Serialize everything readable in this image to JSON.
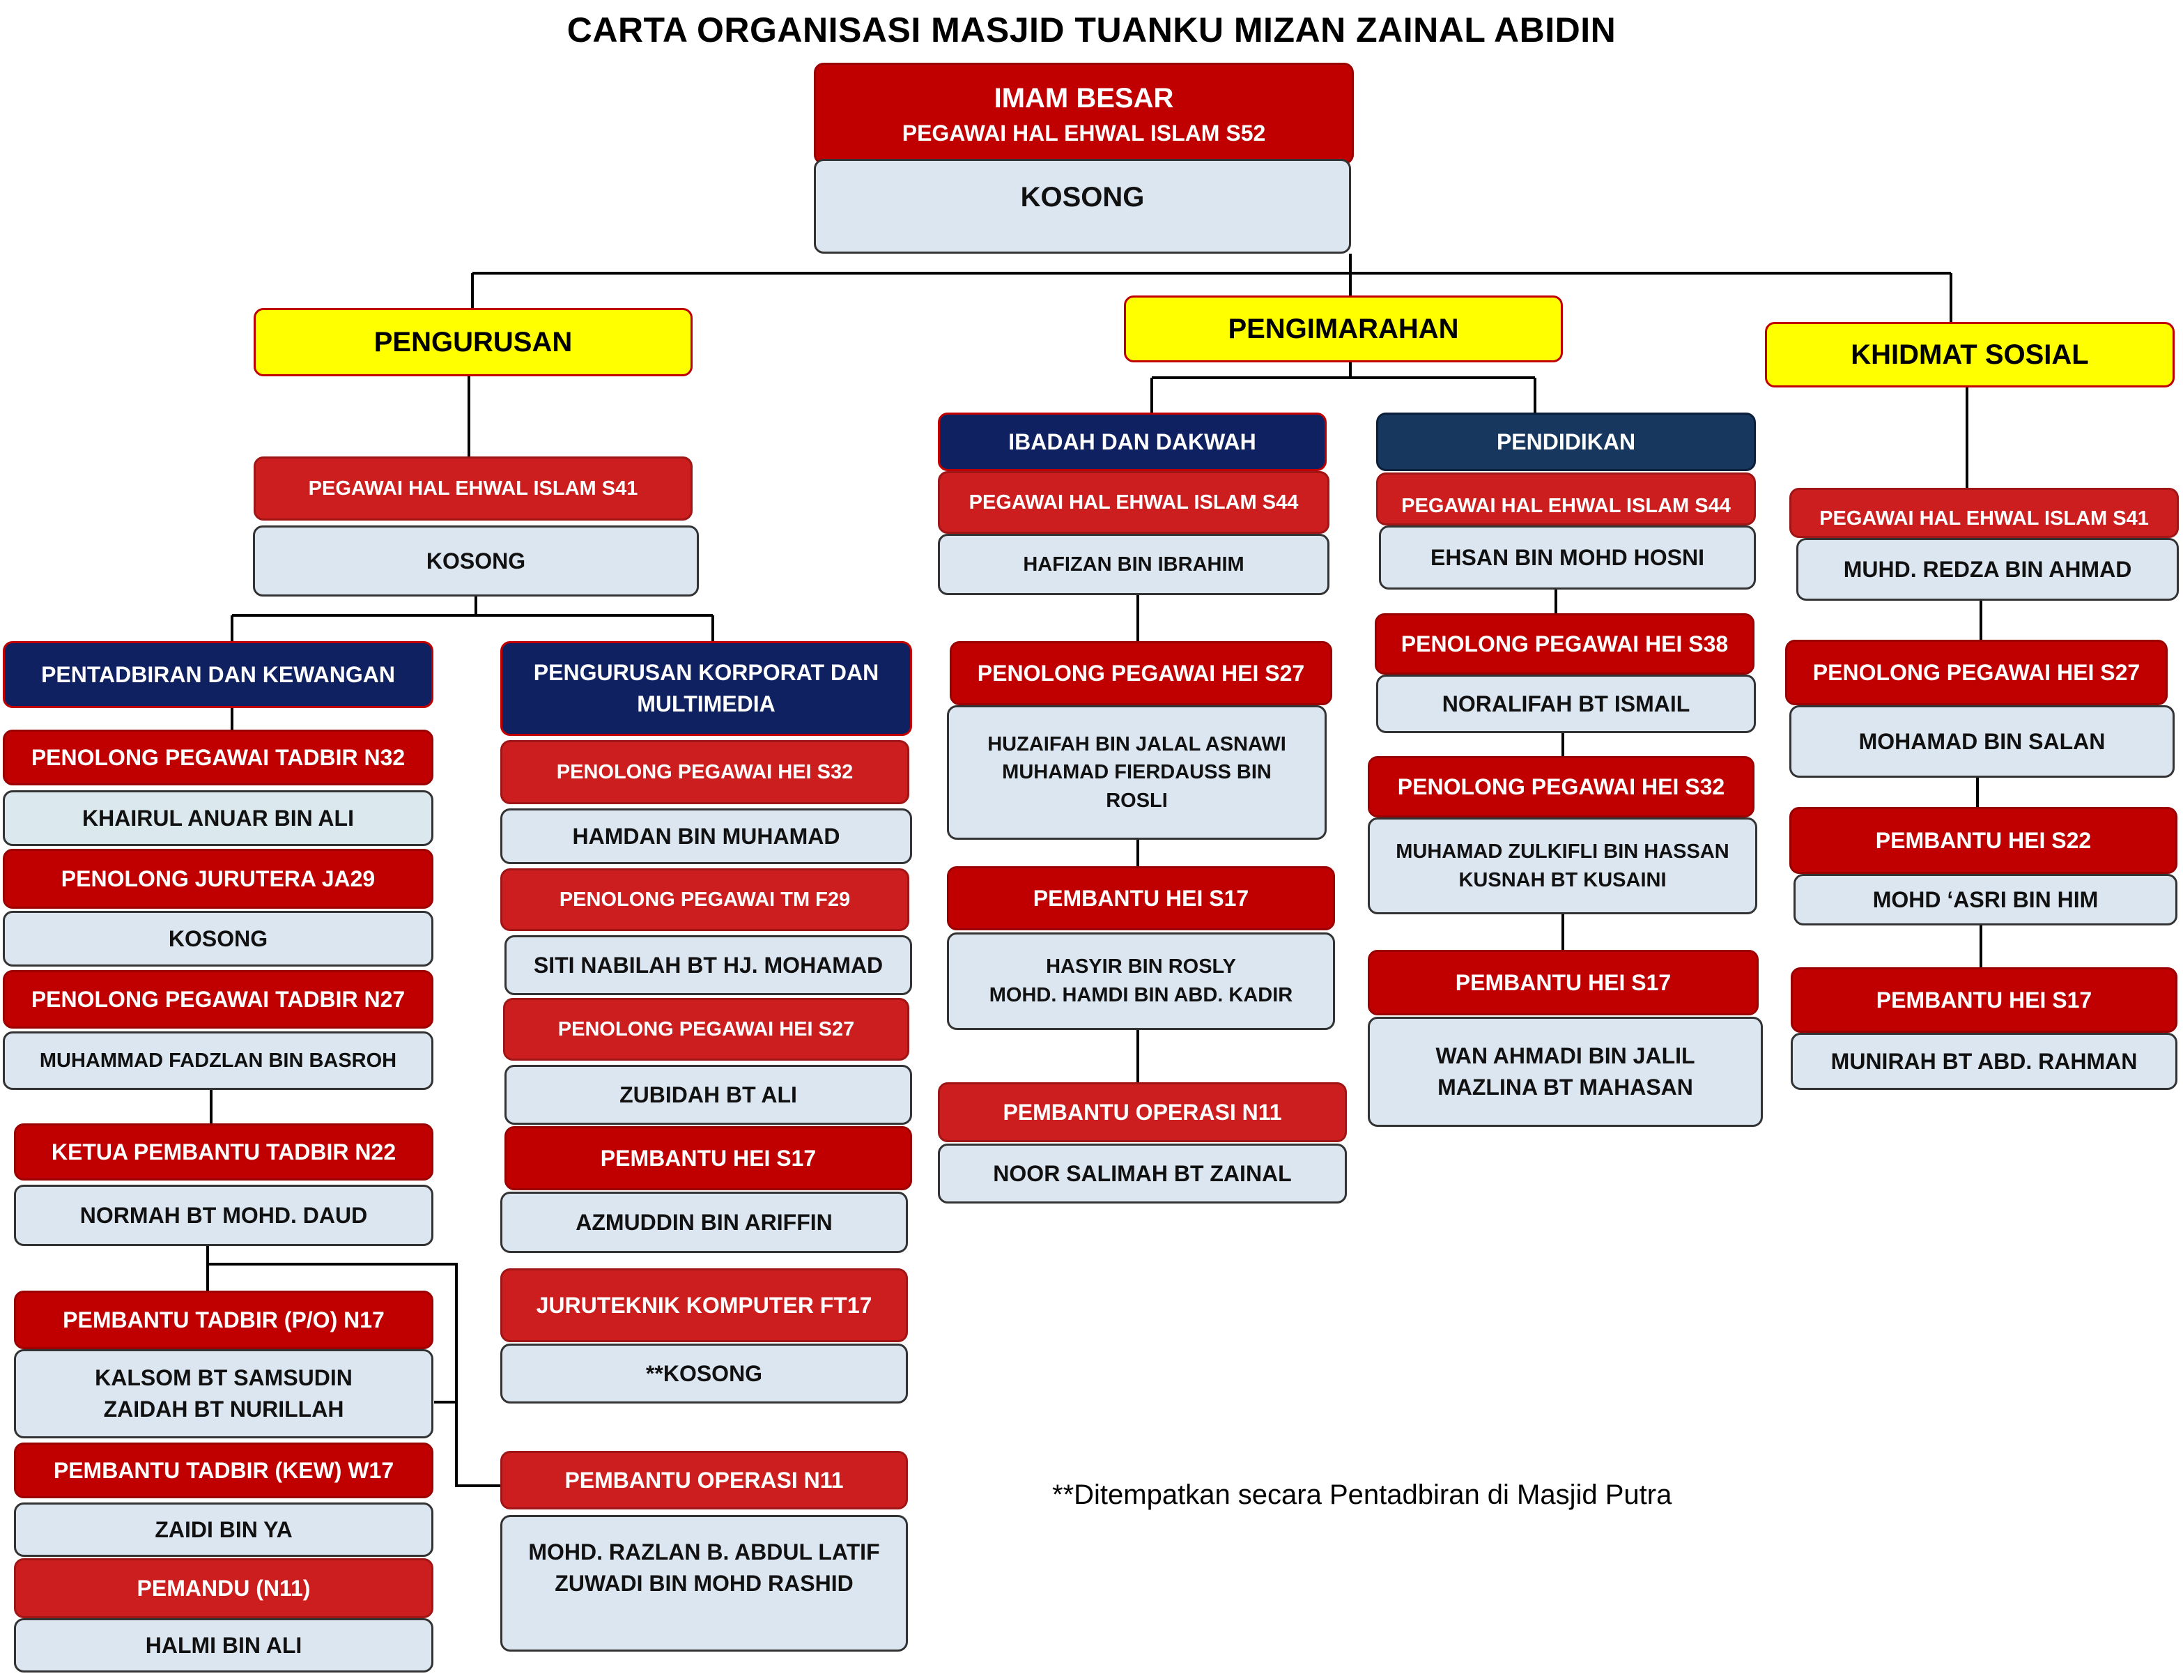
{
  "title": "CARTA ORGANISASI MASJID TUANKU MIZAN ZAINAL ABIDIN",
  "top": {
    "post": "IMAM BESAR",
    "grade": "PEGAWAI HAL EHWAL ISLAM S52",
    "holder": "KOSONG"
  },
  "divisions": {
    "pengurusan": "PENGURUSAN",
    "pengimarahan": "PENGIMARAHAN",
    "khidmat_sosial": "KHIDMAT SOSIAL"
  },
  "pengurusan": {
    "head_post": "PEGAWAI HAL EHWAL ISLAM S41",
    "head_holder": "KOSONG",
    "units": {
      "pentadbiran": "PENTADBIRAN DAN KEWANGAN",
      "korporat": [
        "PENGURUSAN KORPORAT DAN",
        "MULTIMEDIA"
      ]
    },
    "pentadbiran_posts": [
      {
        "post": "PENOLONG PEGAWAI TADBIR N32",
        "holder": [
          "KHAIRUL ANUAR BIN ALI"
        ]
      },
      {
        "post": "PENOLONG JURUTERA JA29",
        "holder": [
          "KOSONG"
        ]
      },
      {
        "post": "PENOLONG PEGAWAI TADBIR N27",
        "holder": [
          "MUHAMMAD FADZLAN BIN BASROH"
        ]
      },
      {
        "post": "KETUA PEMBANTU TADBIR N22",
        "holder": [
          "NORMAH BT MOHD. DAUD"
        ]
      },
      {
        "post": "PEMBANTU TADBIR (P/O) N17",
        "holder": [
          "KALSOM BT SAMSUDIN",
          "ZAIDAH BT NURILLAH"
        ]
      },
      {
        "post": "PEMBANTU TADBIR (KEW) W17",
        "holder": [
          "ZAIDI BIN YA"
        ]
      },
      {
        "post": "PEMANDU (N11)",
        "holder": [
          "HALMI BIN ALI"
        ]
      }
    ],
    "korporat_posts": [
      {
        "post": "PENOLONG PEGAWAI HEI S32",
        "holder": [
          "HAMDAN BIN MUHAMAD"
        ]
      },
      {
        "post": "PENOLONG PEGAWAI TM F29",
        "holder": [
          "SITI NABILAH BT HJ. MOHAMAD"
        ]
      },
      {
        "post": "PENOLONG PEGAWAI HEI S27",
        "holder": [
          "ZUBIDAH BT ALI"
        ]
      },
      {
        "post": "PEMBANTU HEI S17",
        "holder": [
          "AZMUDDIN BIN ARIFFIN"
        ]
      },
      {
        "post": "JURUTEKNIK KOMPUTER FT17",
        "holder": [
          "**KOSONG"
        ]
      },
      {
        "post": "PEMBANTU OPERASI  N11",
        "holder": [
          "MOHD. RAZLAN B. ABDUL LATIF",
          "ZUWADI BIN MOHD RASHID"
        ]
      }
    ]
  },
  "pengimarahan": {
    "ibadah": {
      "unit": "IBADAH DAN DAKWAH",
      "posts": [
        {
          "post": "PEGAWAI HAL EHWAL ISLAM S44",
          "holder": [
            "HAFIZAN BIN IBRAHIM"
          ]
        },
        {
          "post": "PENOLONG PEGAWAI HEI S27",
          "holder": [
            "HUZAIFAH BIN JALAL ASNAWI",
            "MUHAMAD FIERDAUSS BIN",
            "ROSLI"
          ]
        },
        {
          "post": "PEMBANTU HEI S17",
          "holder": [
            "HASYIR BIN ROSLY",
            "MOHD. HAMDI BIN ABD. KADIR"
          ]
        },
        {
          "post": "PEMBANTU OPERASI  N11",
          "holder": [
            "NOOR SALIMAH BT ZAINAL"
          ]
        }
      ]
    },
    "pendidikan": {
      "unit": "PENDIDIKAN",
      "posts": [
        {
          "post": "PEGAWAI HAL EHWAL ISLAM S44",
          "holder": [
            "EHSAN BIN MOHD HOSNI"
          ]
        },
        {
          "post": "PENOLONG PEGAWAI HEI S38",
          "holder": [
            "NORALIFAH BT ISMAIL"
          ]
        },
        {
          "post": "PENOLONG PEGAWAI HEI S32",
          "holder": [
            "MUHAMAD ZULKIFLI BIN HASSAN",
            "KUSNAH BT KUSAINI"
          ]
        },
        {
          "post": "PEMBANTU HEI S17",
          "holder": [
            "WAN AHMADI BIN JALIL",
            "MAZLINA BT MAHASAN"
          ]
        }
      ]
    }
  },
  "khidmat_sosial": {
    "posts": [
      {
        "post": "PEGAWAI HAL EHWAL ISLAM S41",
        "holder": [
          "MUHD. REDZA BIN AHMAD"
        ]
      },
      {
        "post": "PENOLONG PEGAWAI HEI S27",
        "holder": [
          "MOHAMAD BIN SALAN"
        ]
      },
      {
        "post": "PEMBANTU HEI S22",
        "holder": [
          "MOHD ‘ASRI BIN HIM"
        ]
      },
      {
        "post": "PEMBANTU HEI S17",
        "holder": [
          "MUNIRAH BT ABD. RAHMAN"
        ]
      }
    ]
  },
  "footnote": "**Ditempatkan secara Pentadbiran di Masjid Putra",
  "colors": {
    "post_red": "#c00000",
    "unit_navy": "#0f2160",
    "division_yellow": "#ffff00",
    "name_fill": "#dce6f1"
  }
}
